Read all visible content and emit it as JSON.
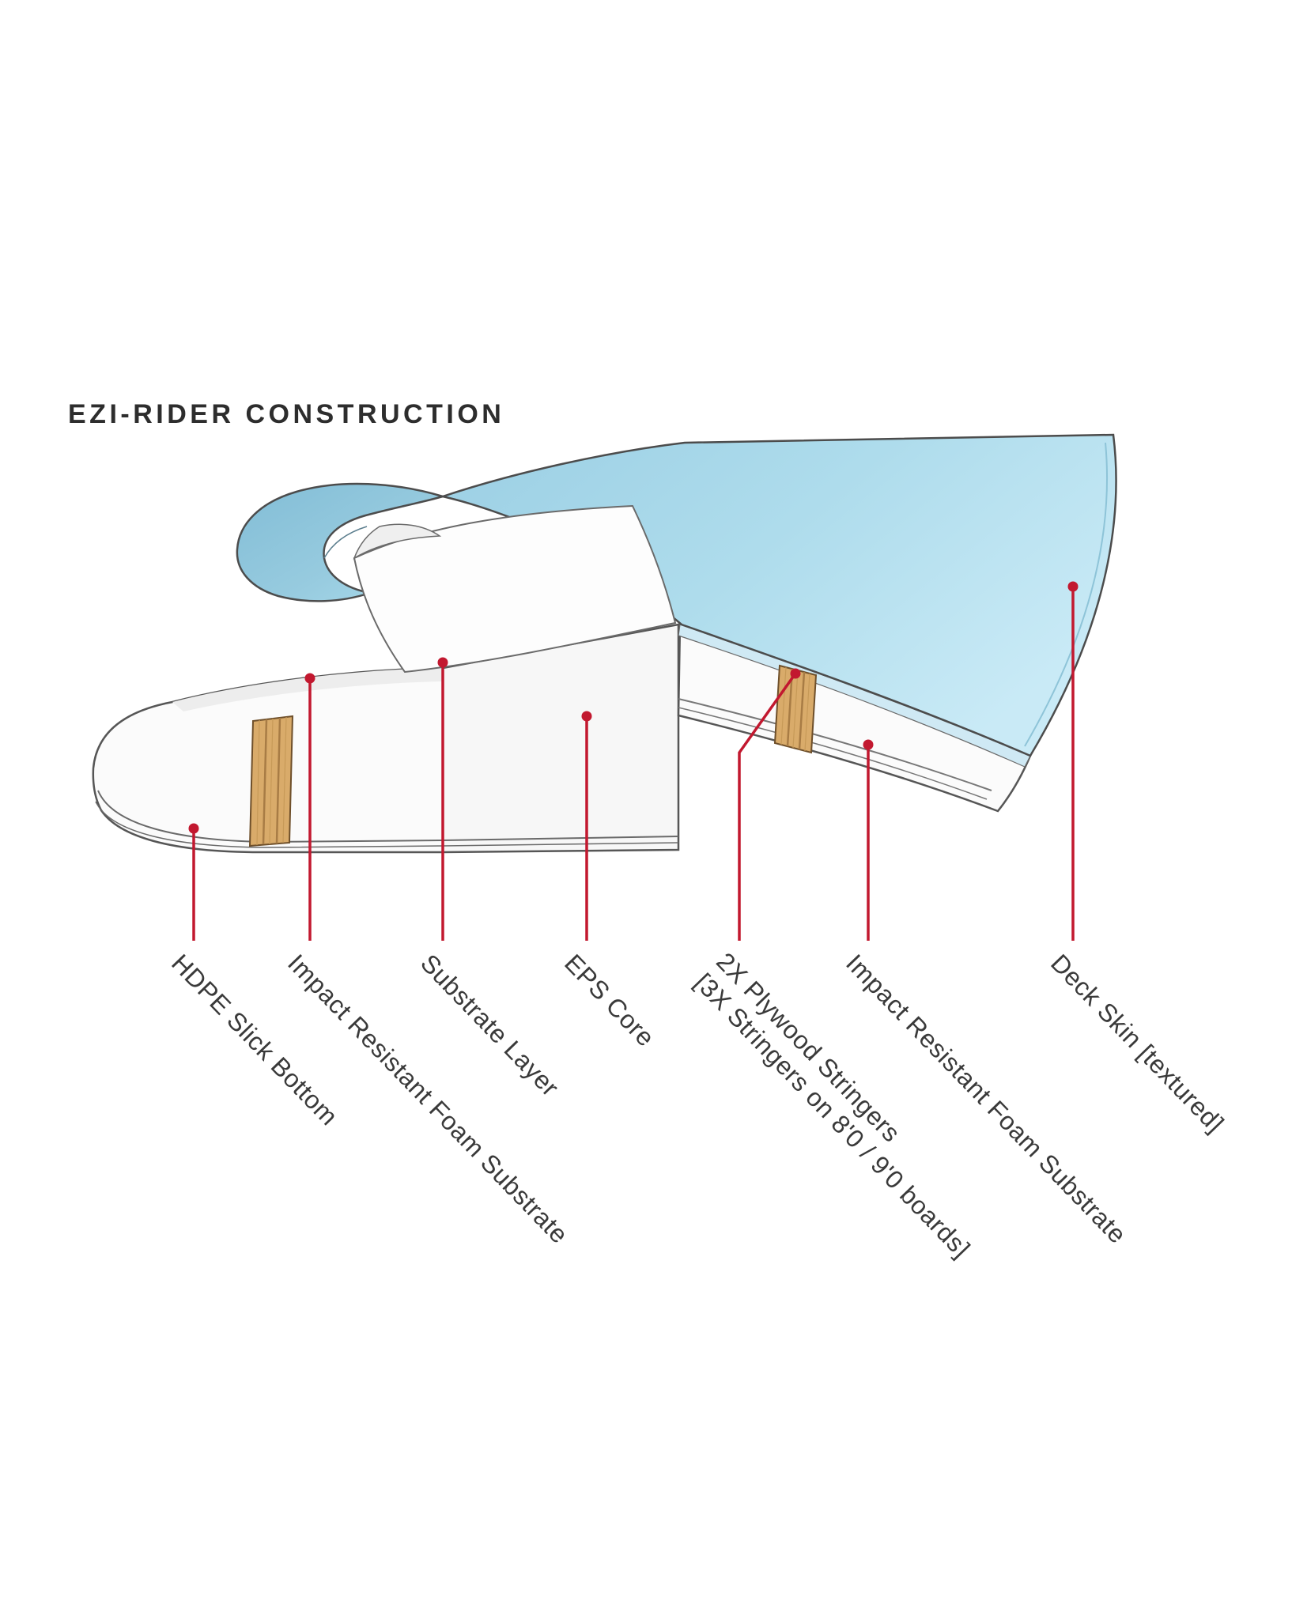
{
  "page": {
    "title": "EZI-RIDER CONSTRUCTION",
    "background_color": "#ffffff"
  },
  "diagram": {
    "description": "Cutaway illustration of EZI-RIDER softboard construction showing internal layers",
    "accent_color": "#c2182f",
    "deck_color": "#a9daeb",
    "foam_color": "#fbfbfb",
    "wood_color": "#d9ab6a",
    "outline_color": "#4f4f4f",
    "labels": [
      {
        "id": "hdpe-slick-bottom",
        "text": "HDPE Slick Bottom"
      },
      {
        "id": "impact-foam-substrate-bottom",
        "text": "Impact Resistant Foam Substrate"
      },
      {
        "id": "substrate-layer",
        "text": "Substrate Layer"
      },
      {
        "id": "eps-core",
        "text": "EPS Core"
      },
      {
        "id": "plywood-stringers",
        "text": "2X Plywood Stringers",
        "text2": "[3X Stringers on 8'0 / 9'0 boards]"
      },
      {
        "id": "impact-foam-substrate-top",
        "text": "Impact Resistant Foam Substrate"
      },
      {
        "id": "deck-skin",
        "text": "Deck Skin [textured]"
      }
    ]
  }
}
